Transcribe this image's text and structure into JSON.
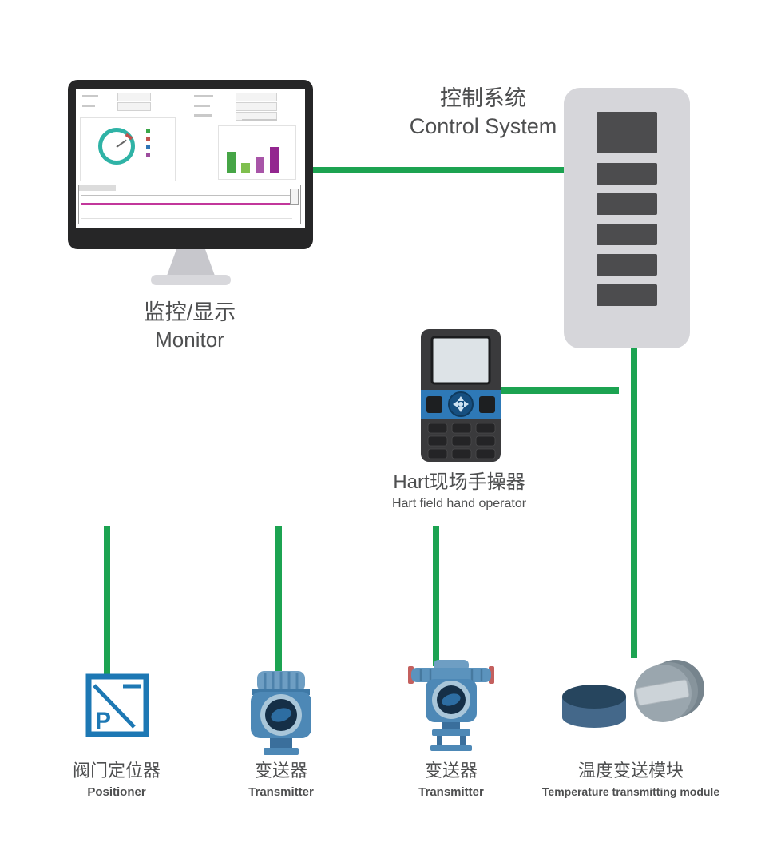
{
  "labels": {
    "control_system": {
      "zh": "控制系统",
      "en": "Control System"
    },
    "monitor": {
      "zh": "监控/显示",
      "en": "Monitor"
    },
    "hand_operator": {
      "zh": "Hart现场手操器",
      "en": "Hart field hand operator"
    },
    "positioner": {
      "zh": "阀门定位器",
      "en": "Positioner"
    },
    "transmitter_1": {
      "zh": "变送器",
      "en": "Transmitter"
    },
    "transmitter_2": {
      "zh": "变送器",
      "en": "Transmitter"
    },
    "temperature_module": {
      "zh": "温度变送模块",
      "en": "Temperature transmitting module"
    }
  },
  "icons": {
    "positioner_letter": "P"
  },
  "colors": {
    "line_green": "#1ca351",
    "line_yellow_green": "#c3d600",
    "cabinet_gray": "#d6d6da",
    "cabinet_slot_dark": "#4c4c4e",
    "device_blue": "#4d88b6",
    "handheld_band_blue": "#2e79b7",
    "positioner_blue": "#1d78b4",
    "temperature_puck_navy": "#26455e",
    "label_text": "#4e4f50"
  },
  "connections": [
    {
      "from": "monitor",
      "to": "control_system",
      "style": "dual-line"
    },
    {
      "from": "control_system",
      "to": "hand_operator",
      "style": "dual-line"
    },
    {
      "from": "control_system",
      "to": "field_bus",
      "style": "dual-line"
    },
    {
      "from": "field_bus",
      "to": "positioner",
      "style": "dual-line"
    },
    {
      "from": "field_bus",
      "to": "transmitter_1",
      "style": "dual-line"
    },
    {
      "from": "field_bus",
      "to": "transmitter_2",
      "style": "dual-line"
    },
    {
      "from": "field_bus",
      "to": "temperature_module",
      "style": "dual-line"
    }
  ]
}
